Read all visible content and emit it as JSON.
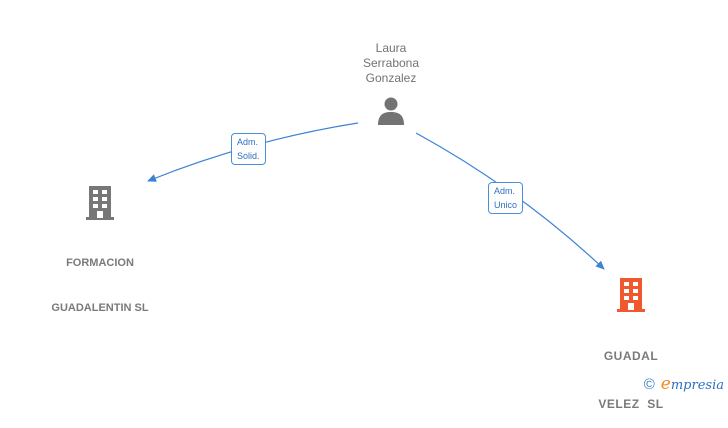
{
  "person": {
    "name_lines": [
      "Laura",
      "Serrabona",
      "Gonzalez"
    ],
    "icon": "person-icon"
  },
  "companies": [
    {
      "name_lines": [
        "FORMACION",
        "GUADALENTIN SL"
      ],
      "icon": "building-icon",
      "color": "#777777"
    },
    {
      "name_lines": [
        "GUADAL",
        "VELEZ  SL"
      ],
      "icon": "building-icon",
      "color": "#f0582f",
      "highlighted": true
    }
  ],
  "relations": [
    {
      "label_lines": [
        "Adm.",
        "Solid."
      ],
      "from": "Laura Serrabona Gonzalez",
      "to": "FORMACION GUADALENTIN SL"
    },
    {
      "label_lines": [
        "Adm.",
        "Unico"
      ],
      "from": "Laura Serrabona Gonzalez",
      "to": "GUADAL VELEZ SL"
    }
  ],
  "colors": {
    "edge": "#3b82d6",
    "label_text": "#7a7a7a",
    "highlight": "#f0582f"
  },
  "footer": {
    "copyright": "©",
    "brand_first": "e",
    "brand_rest": "mpresia"
  }
}
